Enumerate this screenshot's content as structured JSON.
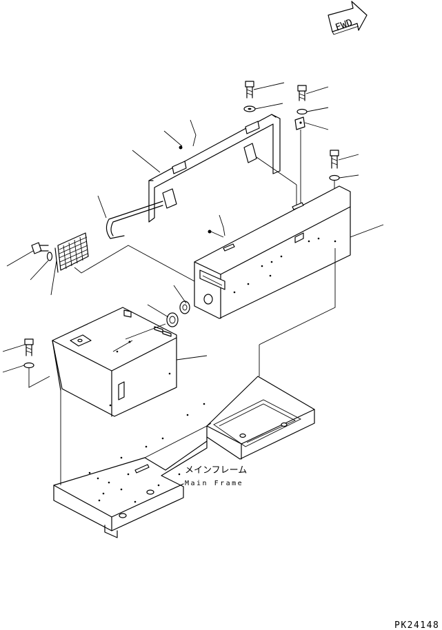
{
  "fwd_label": "FWD",
  "main_frame": {
    "label_jp": "メインフレーム",
    "label_en": "Main Frame"
  },
  "drawing_code": "PK24148"
}
